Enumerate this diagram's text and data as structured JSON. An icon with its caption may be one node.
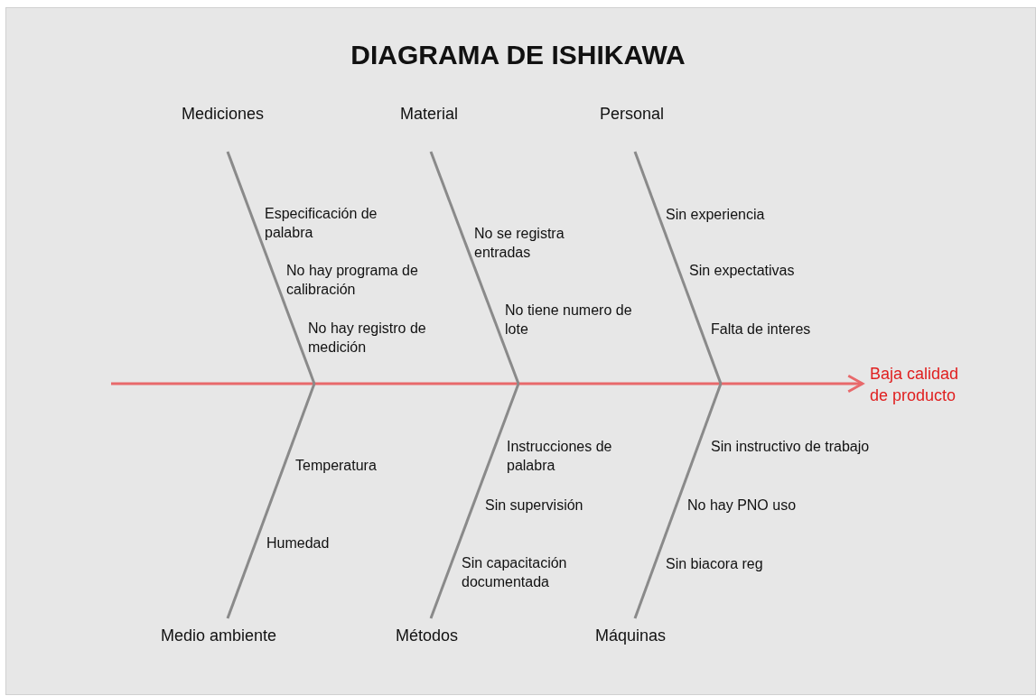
{
  "diagram": {
    "title": "DIAGRAMA DE ISHIKAWA",
    "nodes": [
      {
        "text": [
          "Mediciones"
        ]
      },
      {
        "text": [
          "Material"
        ]
      },
      {
        "text": [
          "Personal"
        ]
      },
      {
        "text": [
          "Medio ambiente"
        ]
      },
      {
        "text": [
          "Métodos"
        ]
      },
      {
        "text": [
          "Máquinas"
        ]
      },
      {
        "text": [
          "Baja calidad de producto"
        ]
      }
    ],
    "edges": [
      {
        "from": null,
        "to": 6,
        "arrow": "to",
        "color": "#e8696b"
      },
      {
        "from": 0,
        "to": null,
        "arrow": "none"
      },
      {
        "from": 1,
        "to": null,
        "arrow": "none"
      },
      {
        "from": 2,
        "to": null,
        "arrow": "none"
      },
      {
        "from": 3,
        "to": null,
        "arrow": "none"
      },
      {
        "from": 4,
        "to": null,
        "arrow": "none"
      },
      {
        "from": 5,
        "to": null,
        "arrow": "none"
      }
    ],
    "labels": [
      "Especificación de palabra",
      "No hay programa de calibración",
      "No hay registro de medición",
      "No se registra entradas",
      "No tiene numero de lote",
      "Sin experiencia",
      "Sin expectativas",
      "Falta de interes",
      "Temperatura",
      "Humedad",
      "Instrucciones de palabra",
      "Sin supervisión",
      "Sin capacitación documentada",
      "Sin instructivo de trabajo",
      "No hay PNO uso",
      "Sin biacora reg"
    ]
  }
}
